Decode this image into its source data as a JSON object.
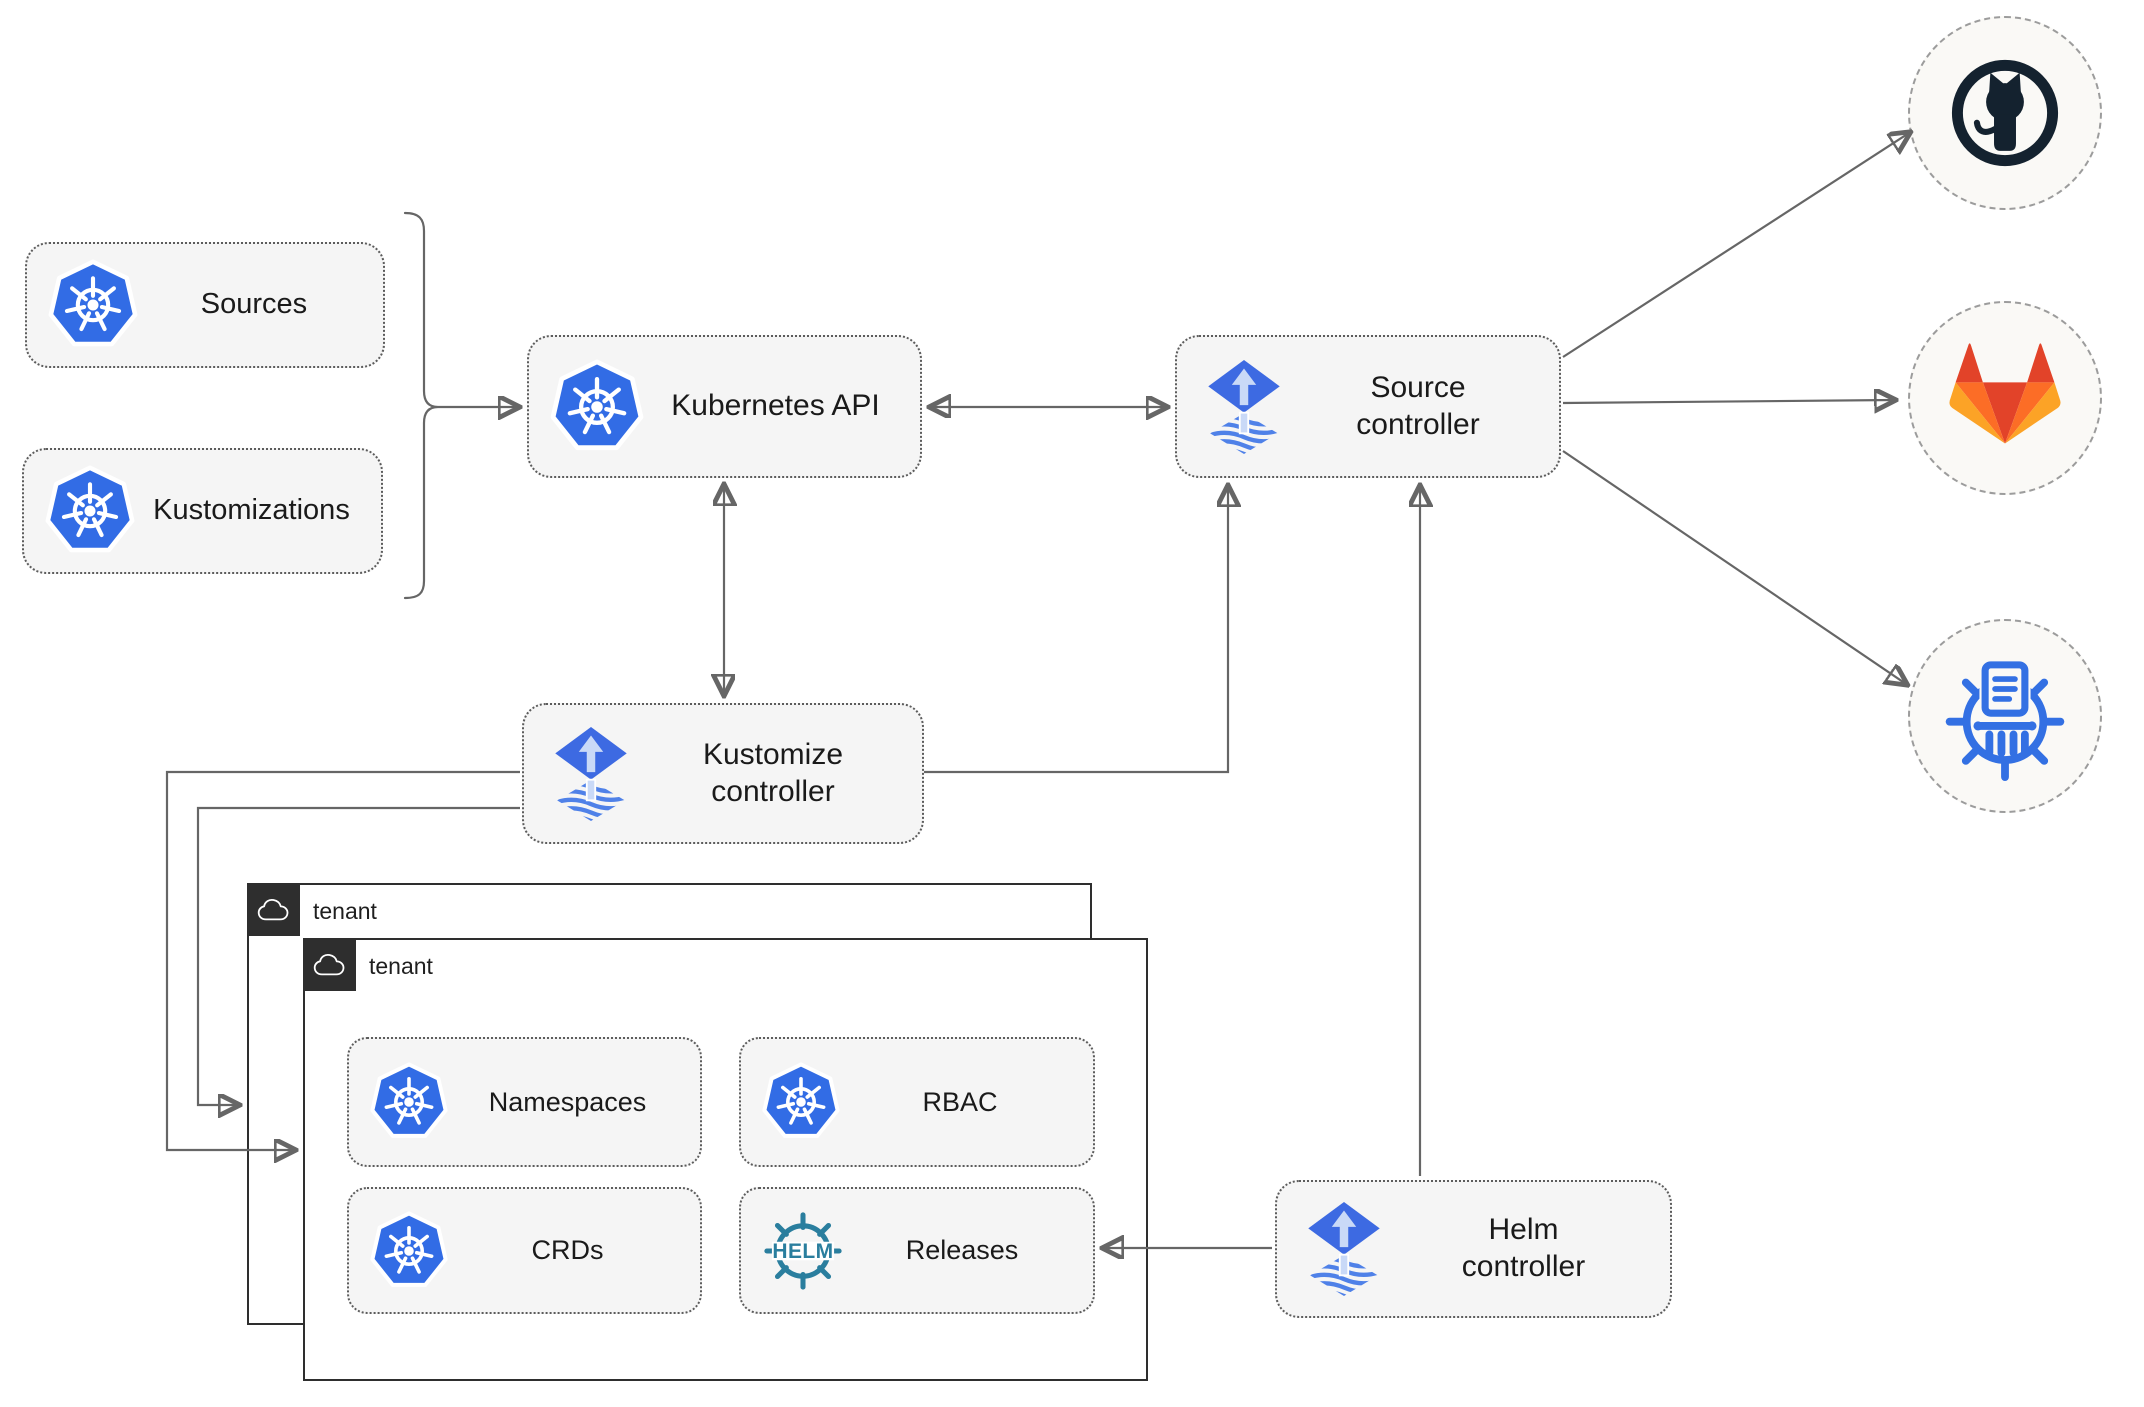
{
  "nodes": {
    "sources": {
      "label": "Sources"
    },
    "kustomizations": {
      "label": "Kustomizations"
    },
    "kubernetes_api": {
      "label": "Kubernetes API"
    },
    "source_controller": {
      "label": "Source controller"
    },
    "kustomize_controller": {
      "label": "Kustomize controller"
    },
    "helm_controller": {
      "label": "Helm controller"
    }
  },
  "tenants": {
    "back": {
      "label": "tenant"
    },
    "front": {
      "label": "tenant"
    }
  },
  "resources": {
    "namespaces": {
      "label": "Namespaces"
    },
    "rbac": {
      "label": "RBAC"
    },
    "crds": {
      "label": "CRDs"
    },
    "releases": {
      "label": "Releases"
    }
  },
  "icons": {
    "kubernetes": "kubernetes-wheel",
    "flux": "flux-gitops",
    "helm": "helm-wheel",
    "helm_wordmark": "HELM",
    "cloud": "cloud",
    "github": "github-octocat",
    "gitlab": "gitlab-tanuki",
    "chartmuseum": "chartmuseum-wheel"
  },
  "colors": {
    "k8s-blue": "#326ce5",
    "flux-blue": "#3d6ae2",
    "flux-light": "#c9d9f7",
    "flux-wave": "#4f81e8",
    "helm-teal": "#2a7e9e",
    "gh-dark": "#14222f",
    "gl-red": "#e24329",
    "gl-orange": "#fc6d26",
    "gl-light": "#fca326",
    "cm-blue": "#3370e3",
    "arrow-gray": "#666666",
    "box-fill": "#f5f5f5",
    "box-border": "#5c5c5c",
    "circle-fill": "#faf9f6",
    "circle-border": "#9c9c9c",
    "tenant-border": "#2e2e2e",
    "tenant-chip": "#2e2e2e",
    "text-dark": "#1a1a1a"
  }
}
